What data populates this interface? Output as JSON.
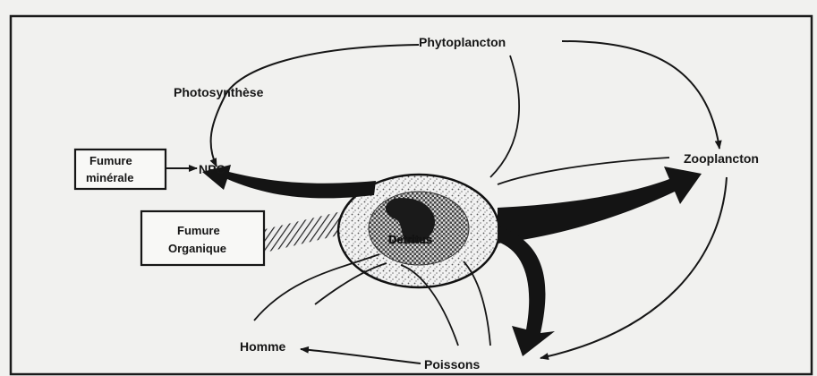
{
  "nodes": {
    "phytoplancton": "Phytoplancton",
    "photosynthese": "Photosynthèse",
    "zooplancton": "Zooplancton",
    "npc": "NPC",
    "fumure_minerale_line1": "Fumure",
    "fumure_minerale_line2": "minérale",
    "fumure_organique_line1": "Fumure",
    "fumure_organique_line2": "Organique",
    "detritus": "Detritus",
    "homme": "Homme",
    "poissons": "Poissons"
  },
  "colors": {
    "background": "#f1f1ef",
    "ink": "#161616",
    "frame": "#1a1a1a"
  }
}
